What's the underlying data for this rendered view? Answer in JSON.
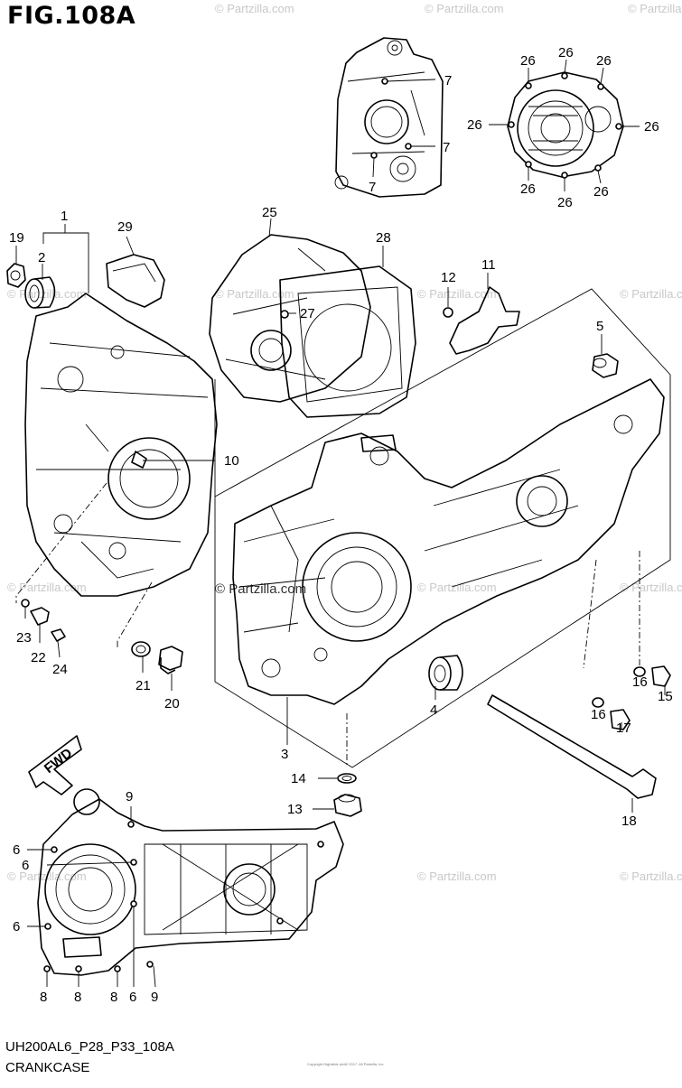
{
  "figure": {
    "title": "FIG.108A",
    "code": "UH200AL6_P28_P33_108A",
    "name": "CRANKCASE",
    "fine_print": "Copyright\nHighslide plcit2 2017. All Partzilla, Inc."
  },
  "direction_marker": "FWD",
  "watermarks": [
    "© Partzilla.com",
    "© Partzilla.com",
    "© Partzilla.com",
    "© Partzilla.com",
    "© Partzilla.com",
    "© Partzilla.com",
    "© Partzilla.com",
    "© Partzilla.com",
    "© Partzilla.com",
    "© Partzilla.com",
    "© Partzilla.com",
    "© Partzilla.com",
    "© Partzilla.com"
  ],
  "part_labels": {
    "p1": "1",
    "p2": "2",
    "p3": "3",
    "p4": "4",
    "p5": "5",
    "p6a": "6",
    "p6b": "6",
    "p6c": "6",
    "p6d": "6",
    "p7a": "7",
    "p7b": "7",
    "p7c": "7",
    "p8a": "8",
    "p8b": "8",
    "p8c": "8",
    "p9a": "9",
    "p9b": "9",
    "p10": "10",
    "p11": "11",
    "p12": "12",
    "p13": "13",
    "p14": "14",
    "p15": "15",
    "p16a": "16",
    "p16b": "16",
    "p17": "17",
    "p18": "18",
    "p19": "19",
    "p20": "20",
    "p21": "21",
    "p22": "22",
    "p23": "23",
    "p24": "24",
    "p25": "25",
    "p26a": "26",
    "p26b": "26",
    "p26c": "26",
    "p26d": "26",
    "p26e": "26",
    "p26f": "26",
    "p26g": "26",
    "p26h": "26",
    "p27": "27",
    "p28": "28",
    "p29": "29"
  }
}
